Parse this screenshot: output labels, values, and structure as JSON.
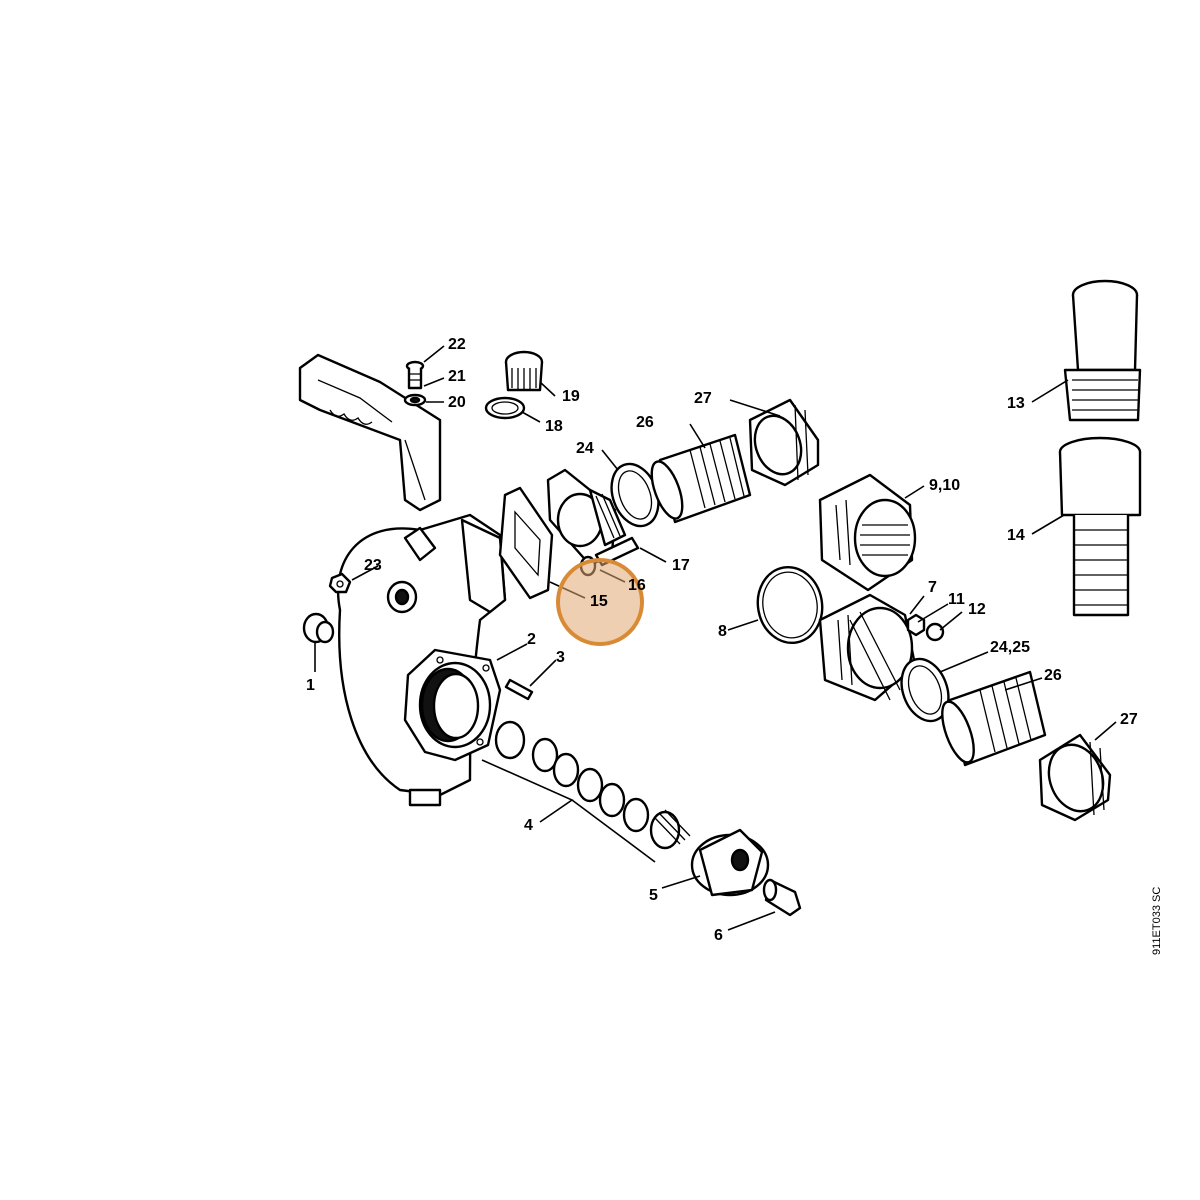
{
  "diagram": {
    "drawing_code": "911ET033 SC",
    "highlight_color": "#d98a35",
    "highlight_fill": "#e2a772",
    "highlighted_part": "15",
    "callouts": {
      "c1": "1",
      "c2": "2",
      "c3": "3",
      "c4": "4",
      "c5": "5",
      "c6": "6",
      "c7": "7",
      "c8": "8",
      "c9_10": "9,10",
      "c11": "11",
      "c12": "12",
      "c13": "13",
      "c14": "14",
      "c15": "15",
      "c16": "16",
      "c17": "17",
      "c18": "18",
      "c19": "19",
      "c20": "20",
      "c21": "21",
      "c22": "22",
      "c23": "23",
      "c24": "24",
      "c24_25": "24,25",
      "c26a": "26",
      "c26b": "26",
      "c27a": "27",
      "c27b": "27"
    }
  }
}
